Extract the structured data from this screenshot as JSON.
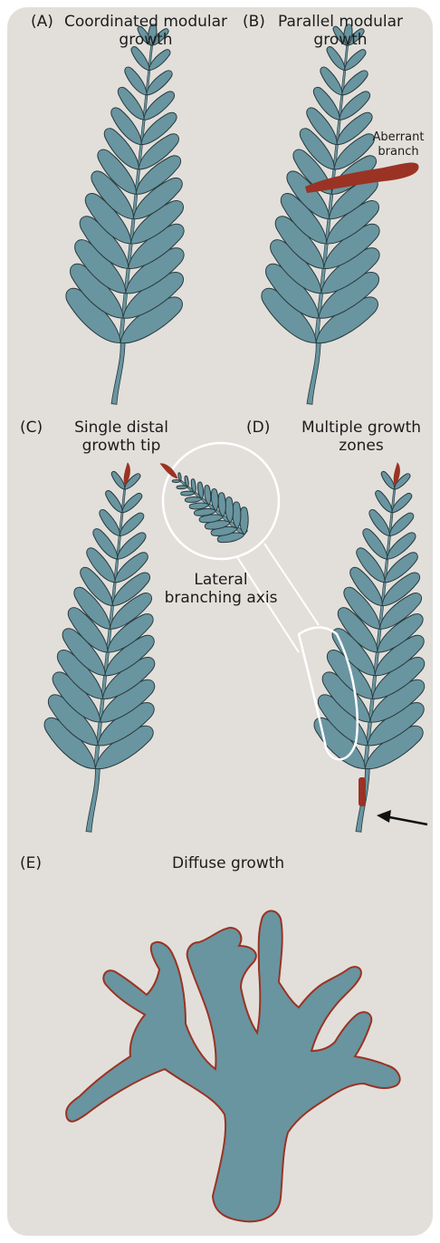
{
  "panels": {
    "a": {
      "letter": "(A)",
      "title_line1": "Coordinated modular",
      "title_line2": "growth"
    },
    "b": {
      "letter": "(B)",
      "title_line1": "Parallel modular",
      "title_line2": "growth",
      "annotation_line1": "Aberrant",
      "annotation_line2": "branch"
    },
    "c": {
      "letter": "(C)",
      "title_line1": "Single distal",
      "title_line2": "growth tip"
    },
    "d": {
      "letter": "(D)",
      "title_line1": "Multiple growth",
      "title_line2": "zones",
      "inset_line1": "Lateral",
      "inset_line2": "branching axis"
    },
    "e": {
      "letter": "(E)",
      "title": "Diffuse growth"
    }
  },
  "colors": {
    "background": "#e2dfda",
    "frond": "#6895a0",
    "outline": "#2a3a3e",
    "growth_zone": "#9a3324",
    "arrow": "#111111",
    "inset_circle": "#ffffff"
  }
}
